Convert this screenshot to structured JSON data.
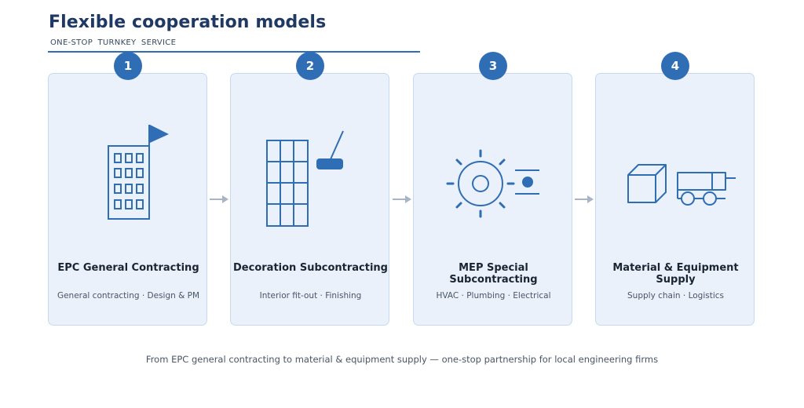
{
  "header": {
    "title": "Flexible cooperation models",
    "subtitle": "ONE-STOP TURNKEY SERVICE"
  },
  "steps": [
    {
      "number": "1",
      "title": "EPC General Contracting",
      "description": "General contracting · Design & PM",
      "icon": "building-flag-icon"
    },
    {
      "number": "2",
      "title": "Decoration Subcontracting",
      "description": "Interior fit-out · Finishing",
      "icon": "facade-roller-icon"
    },
    {
      "number": "3",
      "title": "MEP Special Subcontracting",
      "description": "HVAC · Plumbing · Electrical",
      "icon": "gear-valve-icon"
    },
    {
      "number": "4",
      "title": "Material & Equipment Supply",
      "description": "Supply chain · Logistics",
      "icon": "box-truck-icon"
    }
  ],
  "footer": {
    "text": "From EPC general contracting to material & equipment supply — one-stop partnership for local engineering firms"
  },
  "colors": {
    "accent": "#2f6db5",
    "title": "#1f3864",
    "card_background": "#eaf1fb",
    "card_border": "#c8d9ef",
    "arrow": "#a7b5c6"
  }
}
